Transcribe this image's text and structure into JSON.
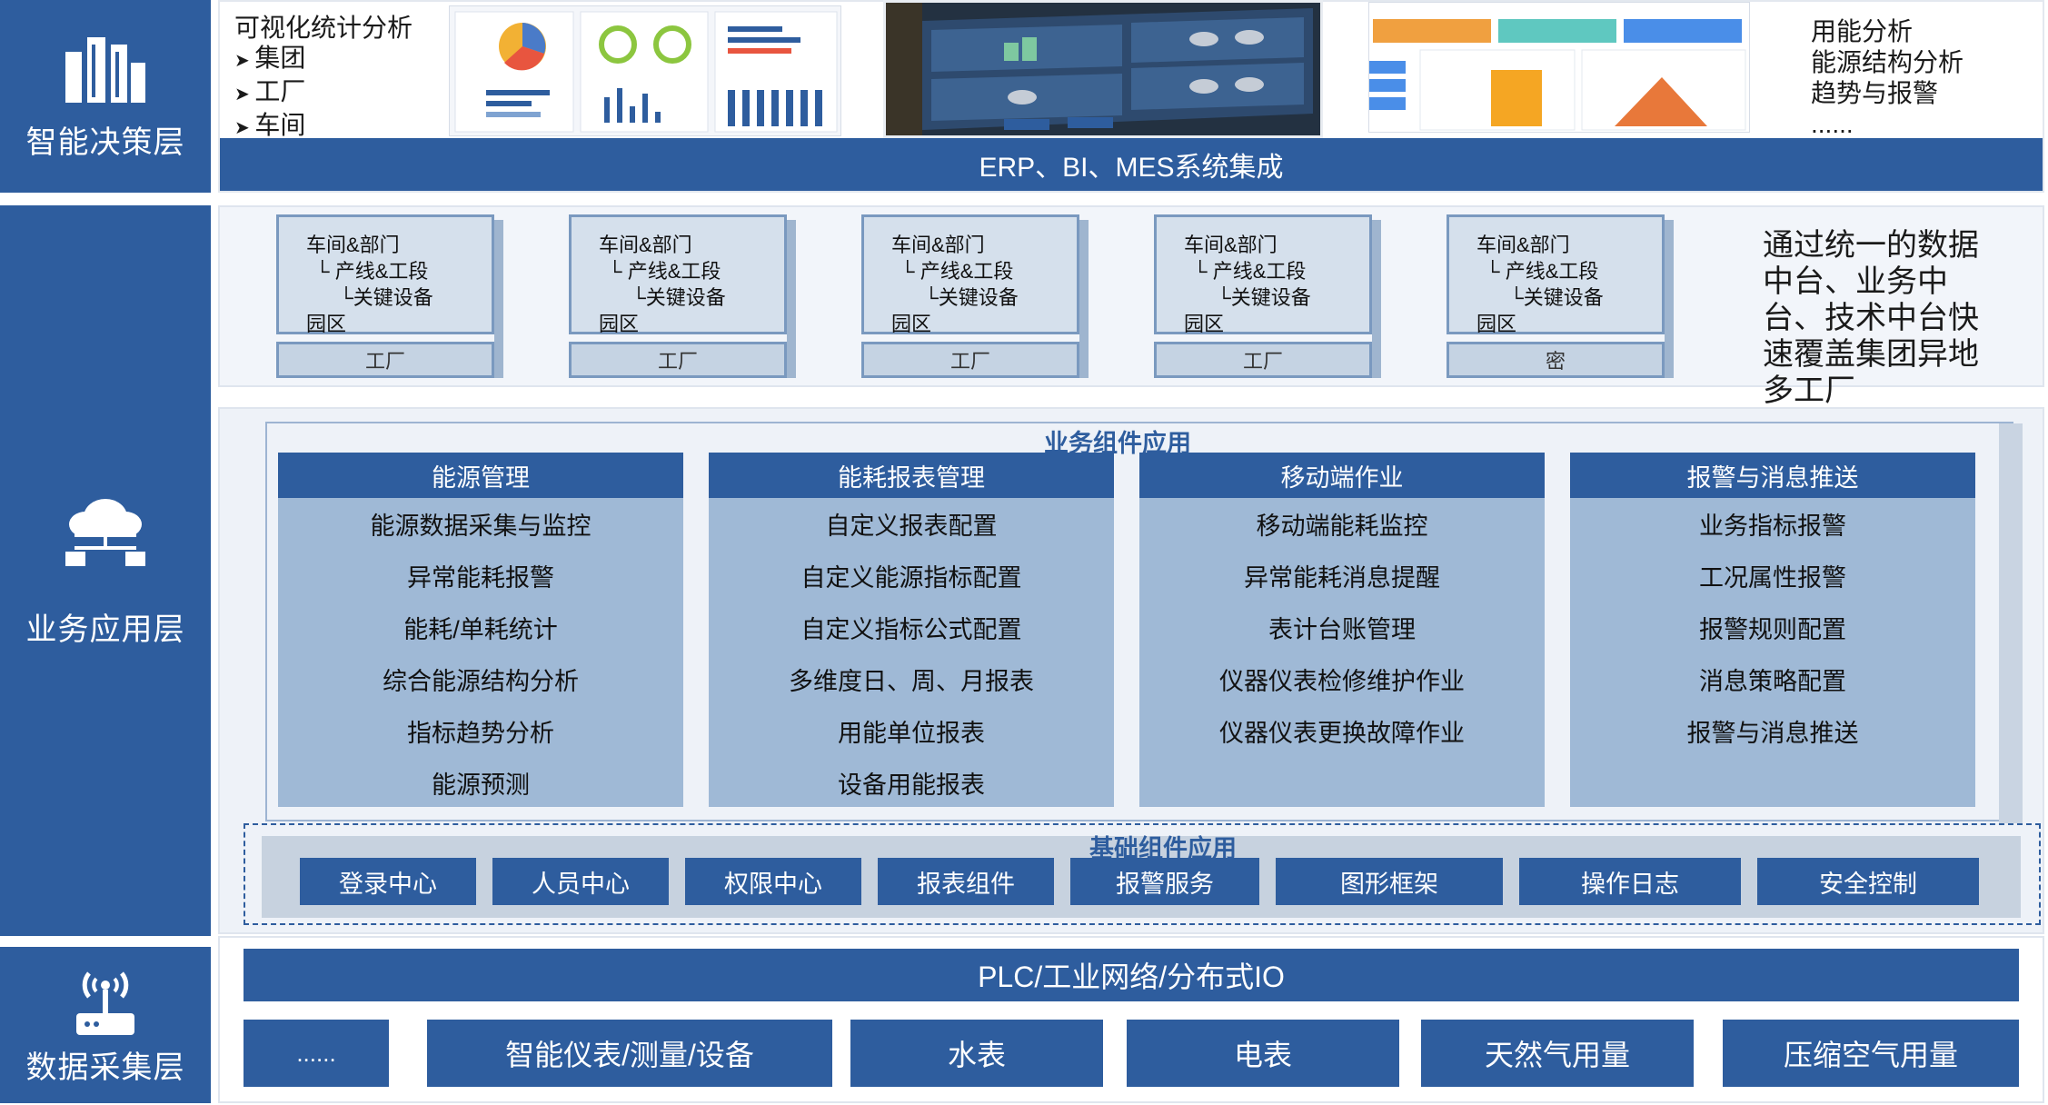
{
  "layers": {
    "decision": "智能决策层",
    "business": "业务应用层",
    "data": "数据采集层"
  },
  "decision": {
    "left_title": "可视化统计分析",
    "left_items": [
      "集团",
      "工厂",
      "车间"
    ],
    "right_items": [
      "用能分析",
      "能源结构分析",
      "趋势与报警",
      "......"
    ],
    "bar": "ERP、BI、MES系统集成"
  },
  "factories": {
    "tree_lines": [
      "车间&部门",
      "└ 产线&工段",
      "  └关键设备",
      "园区"
    ],
    "names": [
      "工厂",
      "工厂",
      "工厂",
      "工厂",
      "密"
    ],
    "note": "通过统一的数据中台、业务中台、技术中台快速覆盖集团异地多工厂"
  },
  "business": {
    "title": "业务组件应用",
    "columns": [
      {
        "title": "能源管理",
        "items": [
          "能源数据采集与监控",
          "异常能耗报警",
          "能耗/单耗统计",
          "综合能源结构分析",
          "指标趋势分析",
          "能源预测"
        ]
      },
      {
        "title": "能耗报表管理",
        "items": [
          "自定义报表配置",
          "自定义能源指标配置",
          "自定义指标公式配置",
          "多维度日、周、月报表",
          "用能单位报表",
          "设备用能报表"
        ]
      },
      {
        "title": "移动端作业",
        "items": [
          "移动端能耗监控",
          "异常能耗消息提醒",
          "表计台账管理",
          "仪器仪表检修维护作业",
          "仪器仪表更换故障作业"
        ]
      },
      {
        "title": "报警与消息推送",
        "items": [
          "业务指标报警",
          "工况属性报警",
          "报警规则配置",
          "消息策略配置",
          "报警与消息推送"
        ]
      }
    ]
  },
  "base": {
    "title": "基础组件应用",
    "items": [
      "登录中心",
      "人员中心",
      "权限中心",
      "报表组件",
      "报警服务",
      "图形框架",
      "操作日志",
      "安全控制"
    ]
  },
  "data": {
    "bar": "PLC/工业网络/分布式IO",
    "items": [
      "......",
      "智能仪表/测量/设备",
      "水表",
      "电表",
      "天然气用量",
      "压缩空气用量"
    ]
  },
  "colors": {
    "primary": "#2e5d9e",
    "column_bg": "#9fb9d6",
    "factory_bg": "#d5e0ec"
  }
}
